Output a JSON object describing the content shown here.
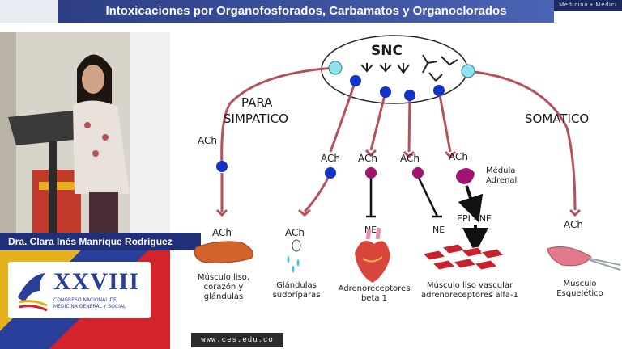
{
  "header": {
    "title": "Intoxicaciones por Organofosforados, Carbamatos y Organoclorados",
    "right_text": "Medicina • Medici"
  },
  "speaker": {
    "name": "Dra. Clara Inés Manrique Rodríguez"
  },
  "event": {
    "number": "XXVIII",
    "line1": "CONGRESO NACIONAL DE",
    "line2": "MEDICINA GENERAL Y SOCIAL"
  },
  "footer": {
    "website": "www.ces.edu.co"
  },
  "diagram": {
    "snc": "SNC",
    "para1": "PARA",
    "para2": "SIMPATICO",
    "somatico": "SOMATICO",
    "ach": "ACh",
    "ne": "NE",
    "epi_ne": "EPI - NE",
    "medula1": "Médula",
    "medula2": "Adrenal",
    "targets": {
      "musculo_liso": [
        "Músculo liso,",
        "corazón y",
        "glándulas"
      ],
      "glandulas": [
        "Glándulas",
        "sudoríparas"
      ],
      "adrenoreceptores": [
        "Adrenoreceptores",
        "beta 1"
      ],
      "vascular": [
        "Músculo liso vascular",
        "adrenoreceptores alfa-1"
      ],
      "esqueletico": [
        "Músculo",
        "Esquelético"
      ]
    }
  },
  "colors": {
    "nerve": "#b5515a",
    "blue_node": "#1434c8",
    "magenta_node": "#a01370",
    "cyan_node": "#8fe3ee",
    "banner": "#2c3f86"
  }
}
